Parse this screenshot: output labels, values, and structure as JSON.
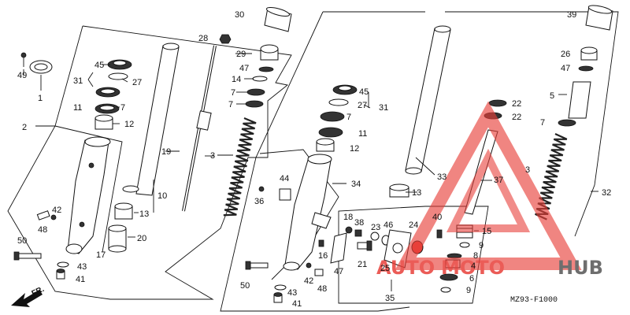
{
  "diagram": {
    "code": "MZ93-F1000",
    "direction_label": "FR.",
    "watermark": {
      "left": "AUTO",
      "middle": "MOTO",
      "right": "HUB"
    },
    "colors": {
      "watermark_red": "#e8403a",
      "watermark_gray": "#555555",
      "line": "#111111"
    },
    "callouts_left": [
      {
        "id": "c49",
        "text": "49"
      },
      {
        "id": "c1",
        "text": "1"
      },
      {
        "id": "c2",
        "text": "2"
      },
      {
        "id": "c45a",
        "text": "45"
      },
      {
        "id": "c31a",
        "text": "31"
      },
      {
        "id": "c27a",
        "text": "27"
      },
      {
        "id": "c11a",
        "text": "11"
      },
      {
        "id": "c7a",
        "text": "7"
      },
      {
        "id": "c12a",
        "text": "12"
      },
      {
        "id": "c28",
        "text": "28"
      },
      {
        "id": "c29",
        "text": "29"
      },
      {
        "id": "c47a",
        "text": "47"
      },
      {
        "id": "c14",
        "text": "14"
      },
      {
        "id": "c7b",
        "text": "7"
      },
      {
        "id": "c7c",
        "text": "7"
      },
      {
        "id": "c19",
        "text": "19"
      },
      {
        "id": "c3a",
        "text": "3"
      },
      {
        "id": "c10",
        "text": "10"
      },
      {
        "id": "c13a",
        "text": "13"
      },
      {
        "id": "c20",
        "text": "20"
      },
      {
        "id": "c42a",
        "text": "42"
      },
      {
        "id": "c48a",
        "text": "48"
      },
      {
        "id": "c50a",
        "text": "50"
      },
      {
        "id": "c17",
        "text": "17"
      },
      {
        "id": "c43a",
        "text": "43"
      },
      {
        "id": "c41a",
        "text": "41"
      },
      {
        "id": "c30",
        "text": "30"
      }
    ],
    "callouts_right": [
      {
        "id": "c45b",
        "text": "45"
      },
      {
        "id": "c27b",
        "text": "27"
      },
      {
        "id": "c31b",
        "text": "31"
      },
      {
        "id": "c7d",
        "text": "7"
      },
      {
        "id": "c11b",
        "text": "11"
      },
      {
        "id": "c12b",
        "text": "12"
      },
      {
        "id": "c33",
        "text": "33"
      },
      {
        "id": "c13b",
        "text": "13"
      },
      {
        "id": "c44",
        "text": "44"
      },
      {
        "id": "c34",
        "text": "34"
      },
      {
        "id": "c36",
        "text": "36"
      },
      {
        "id": "c18",
        "text": "18"
      },
      {
        "id": "c38",
        "text": "38"
      },
      {
        "id": "c23",
        "text": "23"
      },
      {
        "id": "c46",
        "text": "46"
      },
      {
        "id": "c24",
        "text": "24"
      },
      {
        "id": "c40",
        "text": "40"
      },
      {
        "id": "c16",
        "text": "16"
      },
      {
        "id": "c21",
        "text": "21"
      },
      {
        "id": "c25",
        "text": "25"
      },
      {
        "id": "c47b",
        "text": "47"
      },
      {
        "id": "c50b",
        "text": "50"
      },
      {
        "id": "c42b",
        "text": "42"
      },
      {
        "id": "c48b",
        "text": "48"
      },
      {
        "id": "c43b",
        "text": "43"
      },
      {
        "id": "c41b",
        "text": "41"
      },
      {
        "id": "c35",
        "text": "35"
      },
      {
        "id": "c39",
        "text": "39"
      },
      {
        "id": "c26",
        "text": "26"
      },
      {
        "id": "c47c",
        "text": "47"
      },
      {
        "id": "c5",
        "text": "5"
      },
      {
        "id": "c22a",
        "text": "22"
      },
      {
        "id": "c22b",
        "text": "22"
      },
      {
        "id": "c7e",
        "text": "7"
      },
      {
        "id": "c3b",
        "text": "3"
      },
      {
        "id": "c37",
        "text": "37"
      },
      {
        "id": "c32",
        "text": "32"
      },
      {
        "id": "c15",
        "text": "15"
      },
      {
        "id": "c9a",
        "text": "9"
      },
      {
        "id": "c8",
        "text": "8"
      },
      {
        "id": "c4",
        "text": "4"
      },
      {
        "id": "c6",
        "text": "6"
      },
      {
        "id": "c9b",
        "text": "9"
      }
    ]
  }
}
